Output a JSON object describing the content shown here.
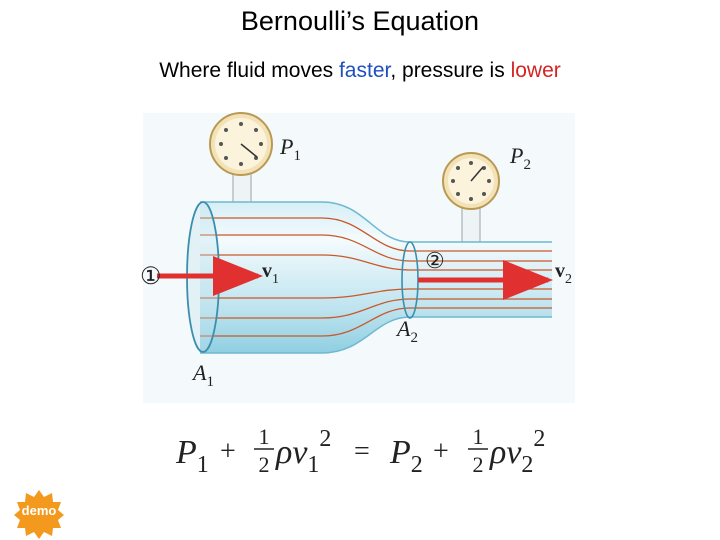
{
  "title": "Bernoulli’s Equation",
  "subtitle": {
    "part1": "Where fluid moves ",
    "faster": "faster",
    "part2": ", pressure is ",
    "lower": "lower"
  },
  "colors": {
    "faster": "#1f4fbf",
    "lower": "#d42424",
    "pipe": "#a9dcea",
    "arrow": "#e03030",
    "streamline": "#c9582a",
    "badge": "#f39a1e"
  },
  "labels": {
    "p1": "P",
    "p1_sub": "1",
    "p2": "P",
    "p2_sub": "2",
    "v1": "v",
    "v1_sub": "1",
    "v2": "v",
    "v2_sub": "2",
    "a1": "A",
    "a1_sub": "1",
    "a2": "A",
    "a2_sub": "2",
    "point1": "①",
    "point2": "②"
  },
  "equation": {
    "P1": "P",
    "P1_sub": "1",
    "plus": "+",
    "half_num": "1",
    "half_den": "2",
    "rho_v1": "ρv",
    "v1_sub": "1",
    "sq": "2",
    "equals": "=",
    "P2": "P",
    "P2_sub": "2",
    "rho_v2": "ρv",
    "v2_sub": "2"
  },
  "badge_text": "demo",
  "icons": [
    "pressure-gauge-icon",
    "pressure-gauge-icon",
    "demo-badge-icon"
  ]
}
